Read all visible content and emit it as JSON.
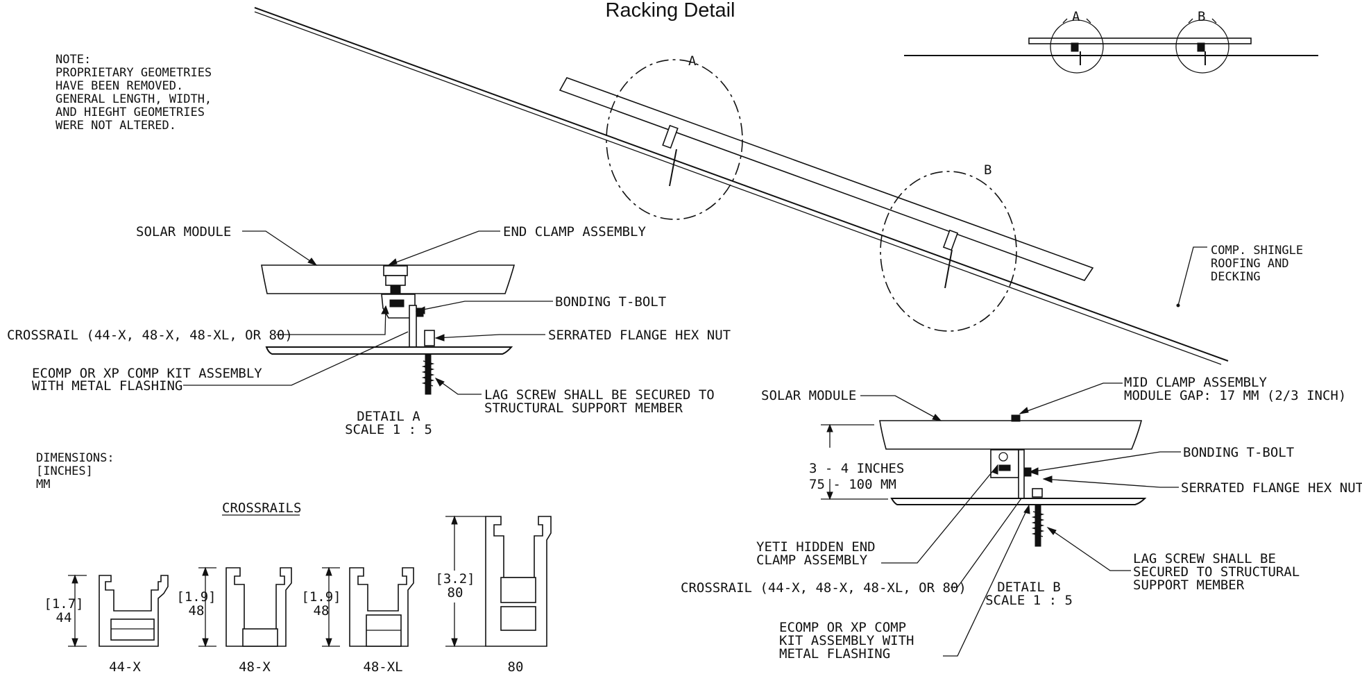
{
  "title": "Racking Detail",
  "note": [
    "NOTE:",
    "PROPRIETARY GEOMETRIES",
    "HAVE BEEN REMOVED.",
    "GENERAL LENGTH, WIDTH,",
    "AND HIEGHT GEOMETRIES",
    "WERE NOT ALTERED."
  ],
  "dimensions_note": [
    "DIMENSIONS:",
    "[INCHES]",
    "MM"
  ],
  "detail_a": {
    "circle_label": "A",
    "solar_module": "SOLAR MODULE",
    "end_clamp": "END CLAMP ASSEMBLY",
    "bonding_bolt": "BONDING T-BOLT",
    "crossrail": "CROSSRAIL (44-X, 48-X, 48-XL, OR 80)",
    "hex_nut": "SERRATED FLANGE HEX NUT",
    "kit": [
      "ECOMP OR XP COMP KIT ASSEMBLY",
      "WITH METAL FLASHING"
    ],
    "lag": [
      "LAG SCREW SHALL BE SECURED TO",
      "STRUCTURAL SUPPORT MEMBER"
    ],
    "caption": [
      "DETAIL A",
      "SCALE 1 : 5"
    ]
  },
  "detail_b": {
    "circle_label": "B",
    "solar_module": "SOLAR MODULE",
    "mid_clamp": [
      "MID CLAMP ASSEMBLY",
      "MODULE GAP: 17 MM (2/3 INCH)"
    ],
    "bonding_bolt": "BONDING T-BOLT",
    "hex_nut": "SERRATED FLANGE HEX NUT",
    "gap": [
      "3 - 4 INCHES",
      "75 - 100 MM"
    ],
    "yeti": [
      "YETI HIDDEN END",
      "CLAMP ASSEMBLY"
    ],
    "crossrail": "CROSSRAIL (44-X, 48-X, 48-XL, OR 80)",
    "lag": [
      "LAG SCREW SHALL BE",
      "SECURED TO STRUCTURAL",
      "SUPPORT MEMBER"
    ],
    "kit": [
      "ECOMP OR XP COMP",
      "KIT ASSEMBLY WITH",
      "METAL FLASHING"
    ],
    "caption": [
      "DETAIL B",
      "SCALE 1 : 5"
    ]
  },
  "roofing": [
    "COMP. SHINGLE",
    "ROOFING AND",
    "DECKING"
  ],
  "overview_labels": [
    "A",
    "B"
  ],
  "crossrails": {
    "heading": "CROSSRAILS",
    "items": [
      {
        "name": "44-X",
        "inches": "[1.7]",
        "mm": "44"
      },
      {
        "name": "48-X",
        "inches": "[1.9]",
        "mm": "48"
      },
      {
        "name": "48-XL",
        "inches": "[1.9]",
        "mm": "48"
      },
      {
        "name": "80",
        "inches": "[3.2]",
        "mm": "80"
      }
    ]
  }
}
